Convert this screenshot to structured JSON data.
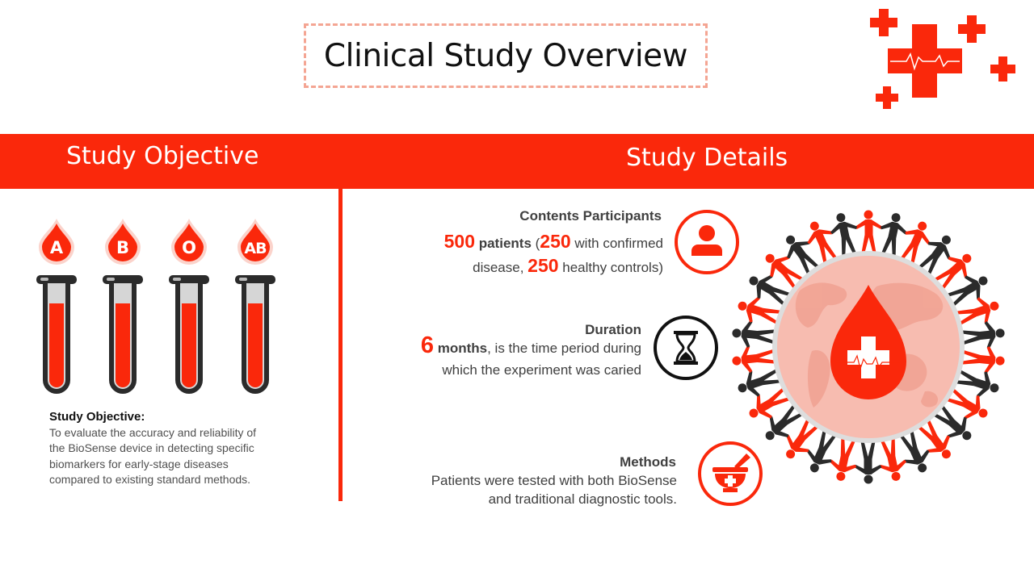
{
  "title": "Clinical Study Overview",
  "band": {
    "left": "Study Objective",
    "right": "Study Details"
  },
  "blood_types": [
    "A",
    "B",
    "O",
    "AB"
  ],
  "objective": {
    "heading": "Study Objective:",
    "text": "To evaluate the accuracy and reliability of the BioSense device in detecting specific biomarkers for early-stage diseases compared to existing standard methods."
  },
  "participants": {
    "heading": "Contents Participants",
    "count": "500",
    "patients_word": "patients",
    "open_paren": " (",
    "confirmed_count": "250",
    "confirmed_text": " with confirmed",
    "disease_text": "disease, ",
    "controls_count": "250",
    "controls_text": " healthy controls)",
    "icon": "person-icon"
  },
  "duration": {
    "heading": "Duration",
    "count": "6",
    "unit_word": "months",
    "text1": ", is the time period during",
    "text2": "which the experiment was caried",
    "icon": "hourglass-icon"
  },
  "methods": {
    "heading": "Methods",
    "line1": "Patients were tested with both BioSense",
    "line2": "and traditional diagnostic tools.",
    "icon": "mortar-pestle-icon"
  },
  "colors": {
    "accent": "#fa280b",
    "dark": "#2b2b2b",
    "globe": "#f7bcb0"
  }
}
